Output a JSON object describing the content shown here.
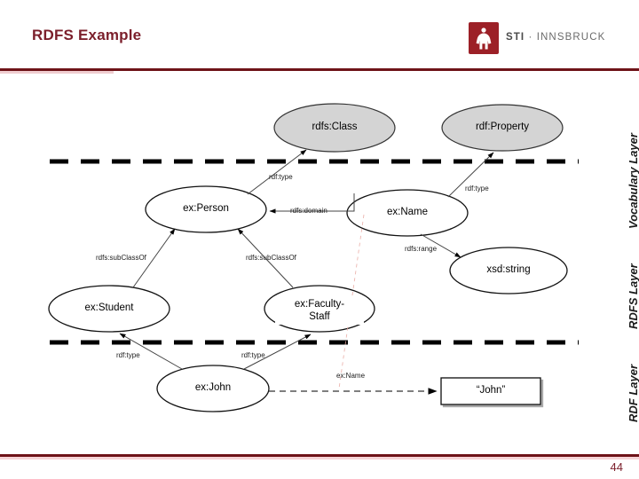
{
  "slide": {
    "title": "RDFS Example",
    "page_number": "44",
    "accent_color": "#6e1318",
    "title_color": "#7b1f2b"
  },
  "logo": {
    "mark_name": "sti-innsbruck-figure-mark",
    "mark_color": "#9c2027",
    "text_bold": "STI",
    "text_separator": "·",
    "text_rest": "INNSBRUCK"
  },
  "layers": [
    {
      "id": "vocabulary",
      "label": "Vocabulary Layer"
    },
    {
      "id": "rdfs",
      "label": "RDFS Layer"
    },
    {
      "id": "rdf",
      "label": "RDF Layer"
    }
  ],
  "diagram": {
    "nodes": [
      {
        "id": "rdfs-class",
        "label": "rdfs:Class",
        "shape": "ellipse",
        "fill": "#d4d4d4"
      },
      {
        "id": "rdf-property",
        "label": "rdf:Property",
        "shape": "ellipse",
        "fill": "#d4d4d4"
      },
      {
        "id": "ex-person",
        "label": "ex:Person",
        "shape": "ellipse",
        "fill": "#ffffff"
      },
      {
        "id": "ex-name",
        "label": "ex:Name",
        "shape": "ellipse",
        "fill": "#ffffff"
      },
      {
        "id": "xsd-string",
        "label": "xsd:string",
        "shape": "ellipse",
        "fill": "#ffffff"
      },
      {
        "id": "ex-student",
        "label": "ex:Student",
        "shape": "ellipse",
        "fill": "#ffffff"
      },
      {
        "id": "ex-faculty-staff",
        "label_line1": "ex:Faculty-",
        "label_line2": "Staff",
        "shape": "ellipse",
        "fill": "#ffffff"
      },
      {
        "id": "ex-john",
        "label": "ex:John",
        "shape": "ellipse",
        "fill": "#ffffff"
      },
      {
        "id": "literal-john",
        "label": "“John”",
        "shape": "rectangle",
        "fill": "#ffffff"
      }
    ],
    "edges": [
      {
        "id": "person-type-class",
        "label": "rdf:type",
        "from": "ex:Person",
        "to": "rdfs:Class"
      },
      {
        "id": "name-type-property",
        "label": "rdf:type",
        "from": "ex:Name",
        "to": "rdf:Property"
      },
      {
        "id": "name-domain-person",
        "label": "rdfs:domain",
        "from": "ex:Name",
        "to": "ex:Person"
      },
      {
        "id": "name-range-string",
        "label": "rdfs:range",
        "from": "ex:Name",
        "to": "xsd:string"
      },
      {
        "id": "student-subclass-person",
        "label": "rdfs:subClassOf",
        "from": "ex:Student",
        "to": "ex:Person"
      },
      {
        "id": "faculty-subclass-person",
        "label": "rdfs:subClassOf",
        "from": "ex:Faculty-Staff",
        "to": "ex:Person"
      },
      {
        "id": "john-type-student",
        "label": "rdf:type",
        "from": "ex:John",
        "to": "ex:Student"
      },
      {
        "id": "john-type-faculty",
        "label": "rdf:type",
        "from": "ex:John",
        "to": "ex:Faculty-Staff"
      },
      {
        "id": "john-name-literal",
        "label": "ex:Name",
        "from": "ex:John",
        "to": "“John”"
      }
    ]
  }
}
